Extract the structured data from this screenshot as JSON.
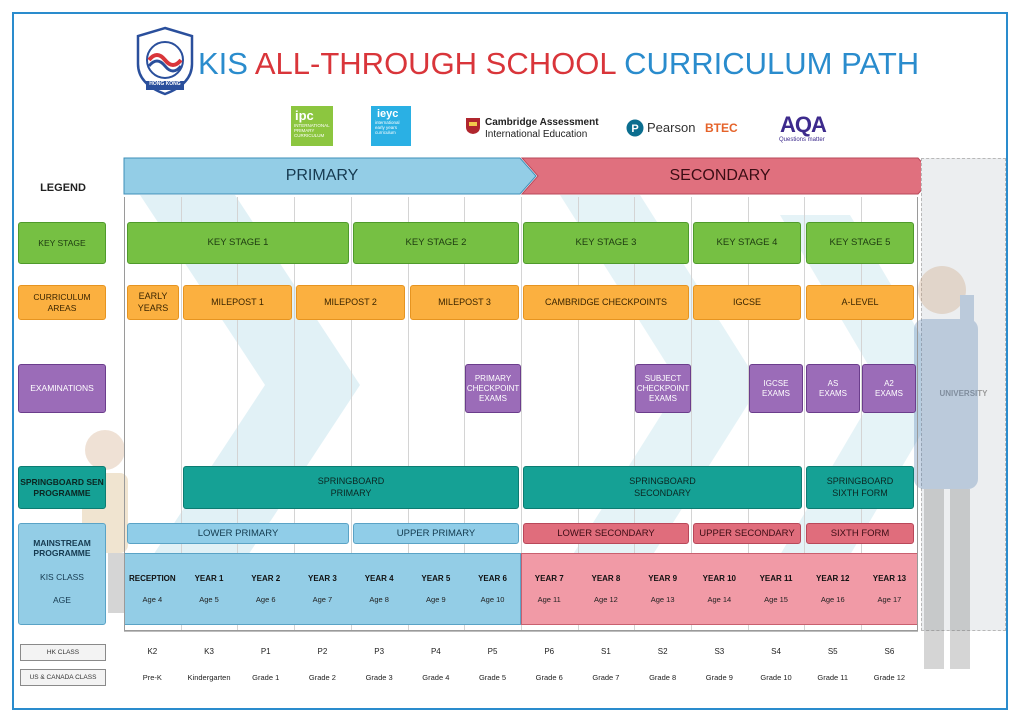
{
  "title": {
    "part1": "KIS ",
    "part2": "ALL-THROUGH SCHOOL ",
    "part3": "CURRICULUM PATH"
  },
  "crest": {
    "text": "HONG KONG"
  },
  "logos": {
    "ipc_abbr": "ipc",
    "ipc_text": "INTERNATIONAL PRIMARY CURRICULUM",
    "ieyc_abbr": "ieyc",
    "ieyc_text": "international early years curriculum",
    "cambridge_line1": "Cambridge Assessment",
    "cambridge_line2": "International Education",
    "pearson": "Pearson",
    "btec": "BTEC",
    "aqa": "AQA",
    "aqa_tag": "Questions matter"
  },
  "phases": {
    "primary": "PRIMARY",
    "secondary": "SECONDARY",
    "university": "UNIVERSITY"
  },
  "legend": {
    "title": "LEGEND",
    "key_stage": "KEY STAGE",
    "curriculum_areas": "CURRICULUM AREAS",
    "examinations": "EXAMINATIONS",
    "springboard": "SPRINGBOARD SEN PROGRAMME",
    "mainstream": "MAINSTREAM PROGRAMME",
    "kis_class": "KIS CLASS",
    "age": "AGE",
    "hk_class": "HK CLASS",
    "us_class": "US & CANADA CLASS"
  },
  "key_stages": [
    "KEY STAGE 1",
    "KEY STAGE 2",
    "KEY STAGE 3",
    "KEY STAGE 4",
    "KEY STAGE 5"
  ],
  "curriculum_areas": [
    "EARLY YEARS",
    "MILEPOST 1",
    "MILEPOST 2",
    "MILEPOST 3",
    "CAMBRIDGE CHECKPOINTS",
    "IGCSE",
    "A-LEVEL"
  ],
  "exams": [
    "PRIMARY CHECKPOINT EXAMS",
    "SUBJECT CHECKPOINT EXAMS",
    "IGCSE EXAMS",
    "AS EXAMS",
    "A2 EXAMS"
  ],
  "springboard": [
    "SPRINGBOARD PRIMARY",
    "SPRINGBOARD SECONDARY",
    "SPRINGBOARD SIXTH FORM"
  ],
  "mainstream": [
    "LOWER PRIMARY",
    "UPPER PRIMARY",
    "LOWER SECONDARY",
    "UPPER SECONDARY",
    "SIXTH FORM"
  ],
  "kis_classes": [
    "RECEPTION",
    "YEAR 1",
    "YEAR 2",
    "YEAR 3",
    "YEAR 4",
    "YEAR 5",
    "YEAR 6",
    "YEAR 7",
    "YEAR 8",
    "YEAR 9",
    "YEAR 10",
    "YEAR 11",
    "YEAR 12",
    "YEAR 13"
  ],
  "ages": [
    "Age 4",
    "Age 5",
    "Age 6",
    "Age 7",
    "Age 8",
    "Age 9",
    "Age 10",
    "Age 11",
    "Age 12",
    "Age 13",
    "Age 14",
    "Age 15",
    "Age 16",
    "Age 17"
  ],
  "hk_classes": [
    "K2",
    "K3",
    "P1",
    "P2",
    "P3",
    "P4",
    "P5",
    "P6",
    "S1",
    "S2",
    "S3",
    "S4",
    "S5",
    "S6"
  ],
  "us_classes": [
    "Pre-K",
    "Kindergarten",
    "Grade 1",
    "Grade 2",
    "Grade 3",
    "Grade 4",
    "Grade 5",
    "Grade 6",
    "Grade 7",
    "Grade 8",
    "Grade 9",
    "Grade 10",
    "Grade 11",
    "Grade 12"
  ],
  "colors": {
    "primary_blue": "#2a8ccd",
    "title_red": "#d9353a",
    "key_stage_green": "#76c043",
    "curriculum_orange": "#fbb040",
    "exam_purple": "#9b6cb8",
    "springboard_teal": "#15a195",
    "primary_light_blue": "#90cde8",
    "secondary_pink": "#e06d7c"
  }
}
